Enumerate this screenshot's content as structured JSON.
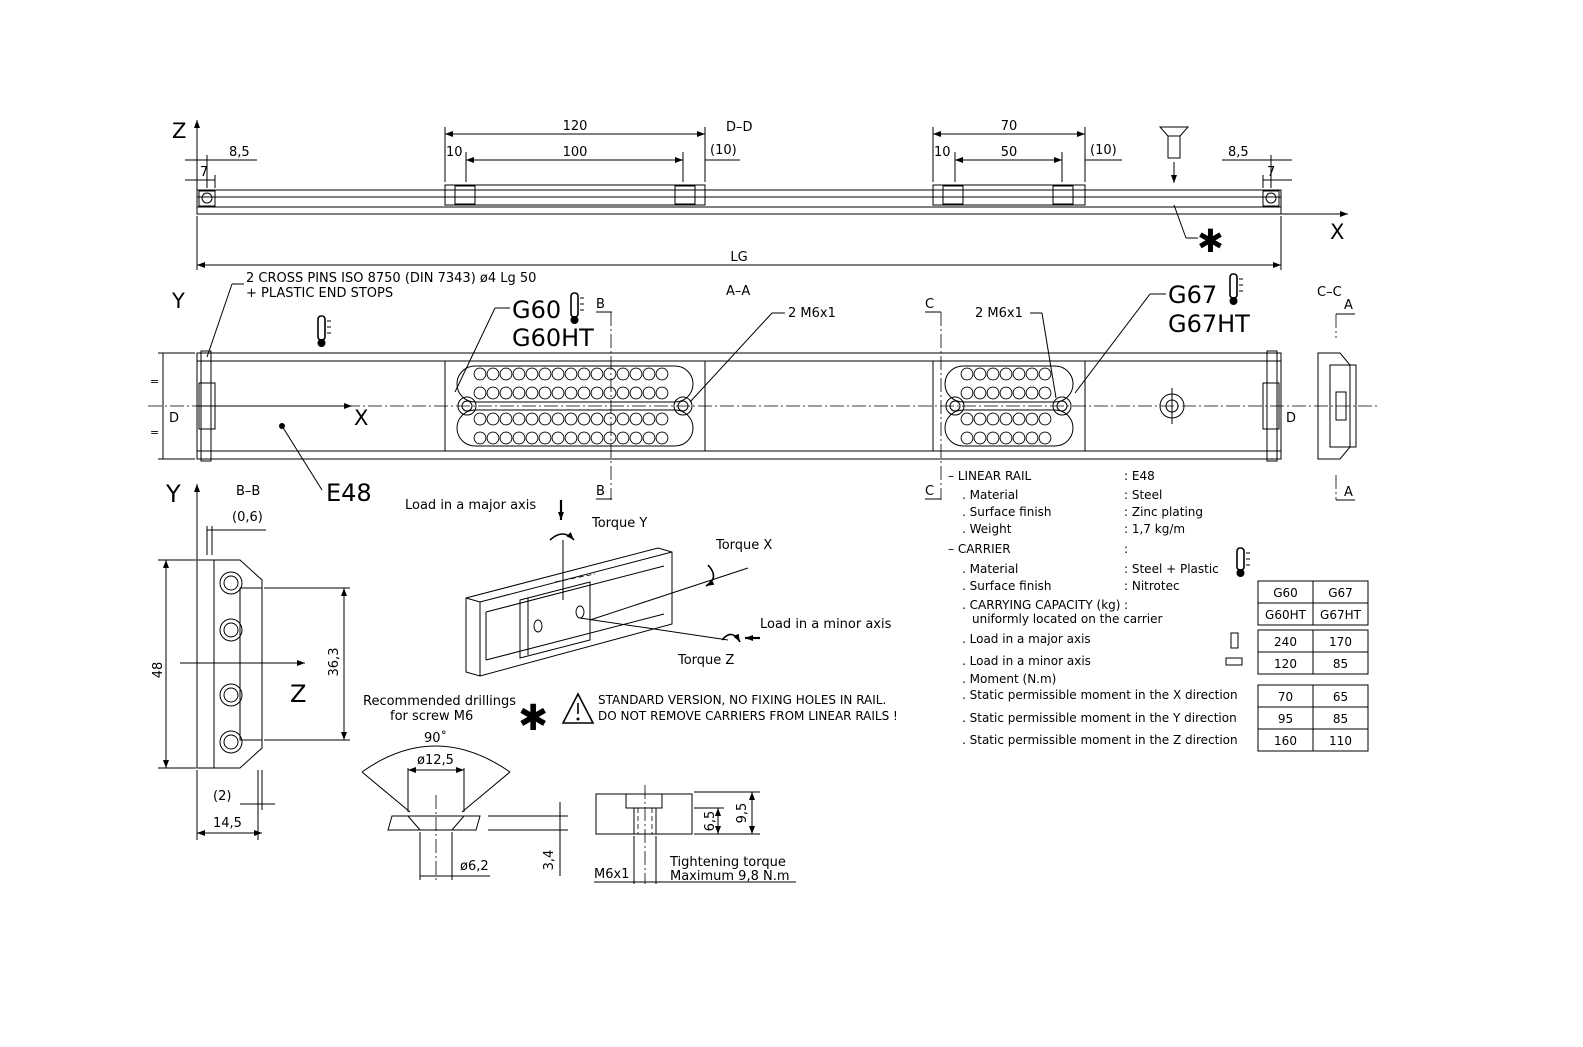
{
  "top_view": {
    "axis_z": "Z",
    "axis_x": "X",
    "section_dd": "D–D",
    "dims": {
      "d120": "120",
      "d10a": "10",
      "d100": "100",
      "d10p_a": "(10)",
      "d70": "70",
      "d10b": "10",
      "d50": "50",
      "d10p_b": "(10)",
      "d85_l": "8,5",
      "d7_l": "7",
      "d85_r": "8,5",
      "d7_r": "7",
      "lg": "LG"
    },
    "asterisk": "✱"
  },
  "plan_view": {
    "axis_y": "Y",
    "axis_x": "X",
    "section_aa": "A–A",
    "cross_pins_line1": "2 CROSS PINS ISO 8750 (DIN 7343) ø4 Lg 50",
    "cross_pins_line2": "+ PLASTIC END STOPS",
    "g60": "G60",
    "g60ht": "G60HT",
    "g67": "G67",
    "g67ht": "G67HT",
    "m6_left": "2 M6x1",
    "m6_right": "2 M6x1",
    "b_top": "B",
    "b_bot": "B",
    "c_top": "C",
    "c_bot": "C",
    "d_left": "D",
    "d_right": "D",
    "e48": "E48",
    "cc": "C–C",
    "a_top": "A",
    "a_bot": "A"
  },
  "section_bb": {
    "axis_y": "Y",
    "title": "B–B",
    "axis_z": "Z",
    "d06": "(0,6)",
    "d48": "48",
    "d363": "36,3",
    "d2": "(2)",
    "d145": "14,5"
  },
  "iso_view": {
    "load_major": "Load in a major axis",
    "torque_y": "Torque Y",
    "torque_x": "Torque X",
    "load_minor": "Load in a minor axis",
    "torque_z": "Torque Z"
  },
  "drilling": {
    "rec_line1": "Recommended drillings",
    "rec_line2": "for screw M6",
    "asterisk": "✱",
    "warn_line1": "STANDARD VERSION, NO FIXING HOLES IN RAIL.",
    "warn_line2": "DO NOT REMOVE CARRIERS FROM LINEAR RAILS !",
    "angle": "90˚",
    "d125": "ø12,5",
    "d62": "ø6,2",
    "d34": "3,4",
    "d65": "6,5",
    "d95": "9,5",
    "m6": "M6x1",
    "torque1": "Tightening torque",
    "torque2": "Maximum 9,8 N.m"
  },
  "specs": [
    {
      "label": "– LINEAR RAIL",
      "value": ": E48"
    },
    {
      "label": ". Material",
      "value": ": Steel"
    },
    {
      "label": ". Surface finish",
      "value": ": Zinc plating"
    },
    {
      "label": ". Weight",
      "value": ": 1,7 kg/m"
    },
    {
      "label": "– CARRIER",
      "value": ":"
    },
    {
      "label": ". Material",
      "value": ": Steel + Plastic"
    },
    {
      "label": ". Surface finish",
      "value": ": Nitrotec"
    },
    {
      "label": ". CARRYING CAPACITY (kg)",
      "value": ":"
    },
    {
      "label": "uniformly located on the carrier",
      "value": ""
    },
    {
      "label": ". Load in a major axis",
      "value": ""
    },
    {
      "label": ". Load in a minor axis",
      "value": ""
    },
    {
      "label": ". Moment (N.m)",
      "value": ""
    },
    {
      "label": ". Static permissible moment in the X direction",
      "value": ""
    },
    {
      "label": ". Static permissible moment in the Y direction",
      "value": ""
    },
    {
      "label": ". Static permissible moment in the Z direction",
      "value": ""
    }
  ],
  "cap_table": {
    "headers": [
      [
        "G60",
        "G67"
      ],
      [
        "G60HT",
        "G67HT"
      ]
    ],
    "rows": [
      [
        "240",
        "170"
      ],
      [
        "120",
        "85"
      ],
      [
        "70",
        "65"
      ],
      [
        "95",
        "85"
      ],
      [
        "160",
        "110"
      ]
    ]
  }
}
